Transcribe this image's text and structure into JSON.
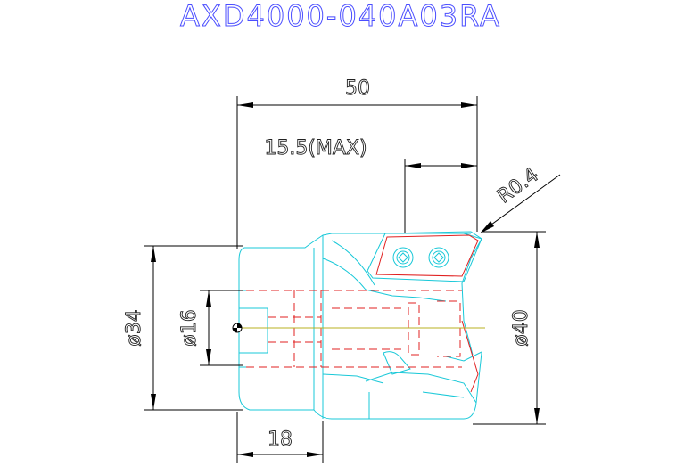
{
  "title": "AXD4000-040A03RA",
  "dimensions": {
    "overall_length": "50",
    "max_depth": "15.5(MAX)",
    "corner_radius": "R0.4",
    "shank_diameter": "ø34",
    "bore_diameter": "ø16",
    "cutting_diameter": "ø40",
    "shank_length": "18"
  },
  "colors": {
    "title": "#4a4dff",
    "outline": "#18c8d8",
    "hidden_lines": "#e02020",
    "dimension_lines": "#000000"
  }
}
